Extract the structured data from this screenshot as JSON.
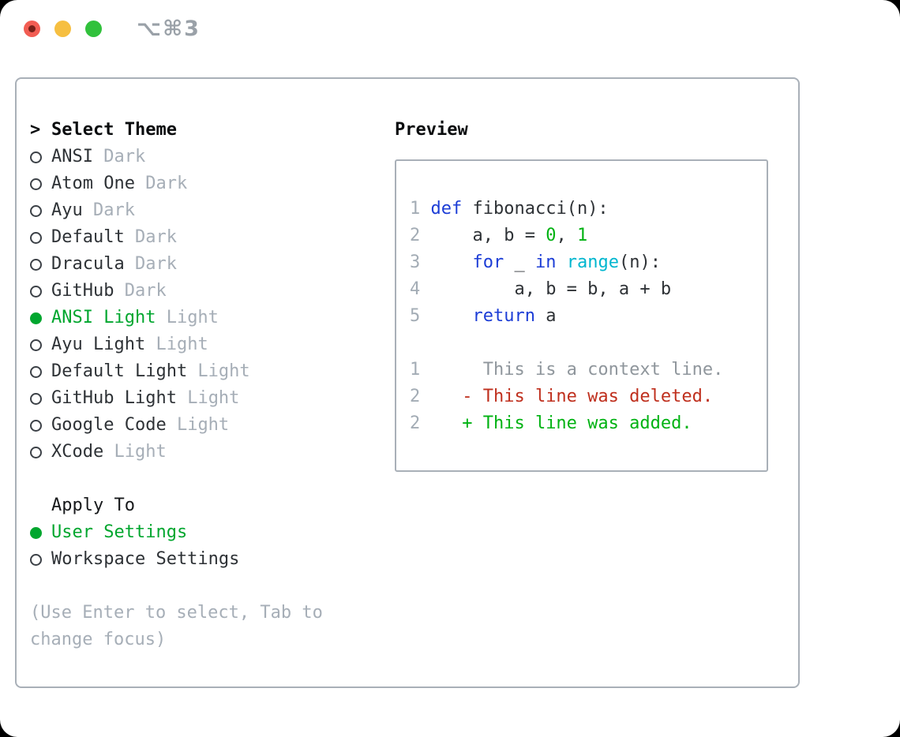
{
  "titlebar": {
    "shortcut": "⌥⌘3",
    "traffic_lights": [
      "close-button",
      "minimize-button",
      "zoom-button"
    ]
  },
  "theme_panel": {
    "prompt": ">",
    "title": "Select Theme",
    "themes": [
      {
        "name": "ANSI",
        "variant": "Dark",
        "selected": false
      },
      {
        "name": "Atom One",
        "variant": "Dark",
        "selected": false
      },
      {
        "name": "Ayu",
        "variant": "Dark",
        "selected": false
      },
      {
        "name": "Default",
        "variant": "Dark",
        "selected": false
      },
      {
        "name": "Dracula",
        "variant": "Dark",
        "selected": false
      },
      {
        "name": "GitHub",
        "variant": "Dark",
        "selected": false
      },
      {
        "name": "ANSI Light",
        "variant": "Light",
        "selected": true
      },
      {
        "name": "Ayu Light",
        "variant": "Light",
        "selected": false
      },
      {
        "name": "Default Light",
        "variant": "Light",
        "selected": false
      },
      {
        "name": "GitHub Light",
        "variant": "Light",
        "selected": false
      },
      {
        "name": "Google Code",
        "variant": "Light",
        "selected": false
      },
      {
        "name": "XCode",
        "variant": "Light",
        "selected": false
      }
    ],
    "apply_to": {
      "title": "Apply To",
      "options": [
        {
          "label": "User Settings",
          "selected": true
        },
        {
          "label": "Workspace Settings",
          "selected": false
        }
      ]
    },
    "help_text": "(Use Enter to select, Tab to change focus)"
  },
  "preview": {
    "title": "Preview",
    "lines": [
      {
        "num": "1",
        "tokens": [
          {
            "t": " ",
            "c": "txt"
          },
          {
            "t": "def",
            "c": "kw"
          },
          {
            "t": " fibonacci(n):",
            "c": "txt"
          }
        ]
      },
      {
        "num": "2",
        "tokens": [
          {
            "t": "     a, b = ",
            "c": "txt"
          },
          {
            "t": "0",
            "c": "lit"
          },
          {
            "t": ", ",
            "c": "txt"
          },
          {
            "t": "1",
            "c": "lit"
          }
        ]
      },
      {
        "num": "3",
        "tokens": [
          {
            "t": "     ",
            "c": "txt"
          },
          {
            "t": "for",
            "c": "kw"
          },
          {
            "t": " _ ",
            "c": "txt"
          },
          {
            "t": "in",
            "c": "kw"
          },
          {
            "t": " ",
            "c": "txt"
          },
          {
            "t": "range",
            "c": "fn"
          },
          {
            "t": "(n):",
            "c": "txt"
          }
        ]
      },
      {
        "num": "4",
        "tokens": [
          {
            "t": "         a, b = b, a + b",
            "c": "txt"
          }
        ]
      },
      {
        "num": "5",
        "tokens": [
          {
            "t": "     ",
            "c": "txt"
          },
          {
            "t": "return",
            "c": "kw"
          },
          {
            "t": " a",
            "c": "txt"
          }
        ]
      },
      {
        "num": "",
        "tokens": []
      },
      {
        "num": "1",
        "tokens": [
          {
            "t": "      This is a context line.",
            "c": "ctx"
          }
        ]
      },
      {
        "num": "2",
        "tokens": [
          {
            "t": "    - This line was deleted.",
            "c": "del"
          }
        ]
      },
      {
        "num": "2",
        "tokens": [
          {
            "t": "    + This line was added.",
            "c": "add"
          }
        ]
      }
    ]
  },
  "colors": {
    "accent_green": "#00a62e",
    "code_green": "#00b212",
    "keyword_blue": "#1c3dd6",
    "function_cyan": "#00b6cf",
    "deleted_red": "#bf2f1d",
    "muted_gray": "#a6aeb7",
    "text_dark": "#2e3236",
    "border_gray": "#a9b0b8",
    "traffic_red": "#f25d53",
    "traffic_yellow": "#f6bf41",
    "traffic_green": "#31c13c"
  }
}
